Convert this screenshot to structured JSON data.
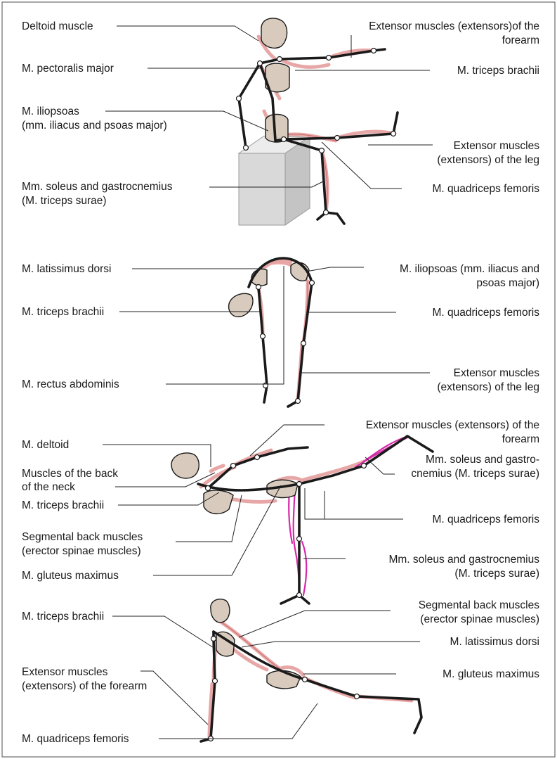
{
  "panels": [
    {
      "id": "sitting",
      "labels": {
        "deltoid": "Deltoid muscle",
        "pectoralis": "M. pectoralis major",
        "iliopsoas_1": "M. iliopsoas",
        "iliopsoas_2": "(mm. iliacus and psoas major)",
        "soleus_1": "Mm. soleus and gastrocnemius",
        "soleus_2": "(M. triceps surae)",
        "ext_forearm_1": "Extensor muscles (extensors)of the",
        "ext_forearm_2": "forearm",
        "triceps": "M. triceps brachii",
        "ext_leg_1": "Extensor muscles",
        "ext_leg_2": "(extensors) of the leg",
        "quadriceps": "M. quadriceps femoris"
      }
    },
    {
      "id": "bending",
      "labels": {
        "latissimus": "M. latissimus dorsi",
        "triceps": "M. triceps brachii",
        "rectus": "M. rectus abdominis",
        "iliopsoas_1": "M. iliopsoas (mm. iliacus and",
        "iliopsoas_2": "psoas major)",
        "quadriceps": "M. quadriceps femoris",
        "ext_leg_1": "Extensor muscles",
        "ext_leg_2": "(extensors) of the leg"
      }
    },
    {
      "id": "arabesque",
      "labels": {
        "deltoid": "M. deltoid",
        "neck_1": "Muscles of the back",
        "neck_2": "of the neck",
        "triceps": "M. triceps brachii",
        "segmental_1": "Segmental back muscles",
        "segmental_2": "(erector spinae muscles)",
        "gluteus": "M. gluteus maximus",
        "ext_forearm_1": "Extensor muscles (extensors) of the",
        "ext_forearm_2": "forearm",
        "soleus_1": "Mm. soleus and gastro-",
        "soleus_2": "cnemius (M. triceps surae)",
        "quadriceps": "M. quadriceps femoris",
        "soleus2_1": "Mm. soleus and gastrocnemius",
        "soleus2_2": "(M. triceps surae)"
      }
    },
    {
      "id": "pushup",
      "labels": {
        "triceps": "M. triceps brachii",
        "ext_forearm_1": "Extensor muscles",
        "ext_forearm_2": "(extensors) of the forearm",
        "quadriceps": "M. quadriceps femoris",
        "segmental_1": "Segmental back muscles",
        "segmental_2": "(erector spinae muscles)",
        "latissimus": "M. latissimus dorsi",
        "gluteus": "M. gluteus maximus"
      }
    }
  ],
  "colors": {
    "muscle": "#e7a2a2",
    "muscle_highlight": "#d62aa8",
    "body_segment": "#d8cbbd",
    "bone": "#1a1a1a",
    "box": "#d9d9d9"
  }
}
